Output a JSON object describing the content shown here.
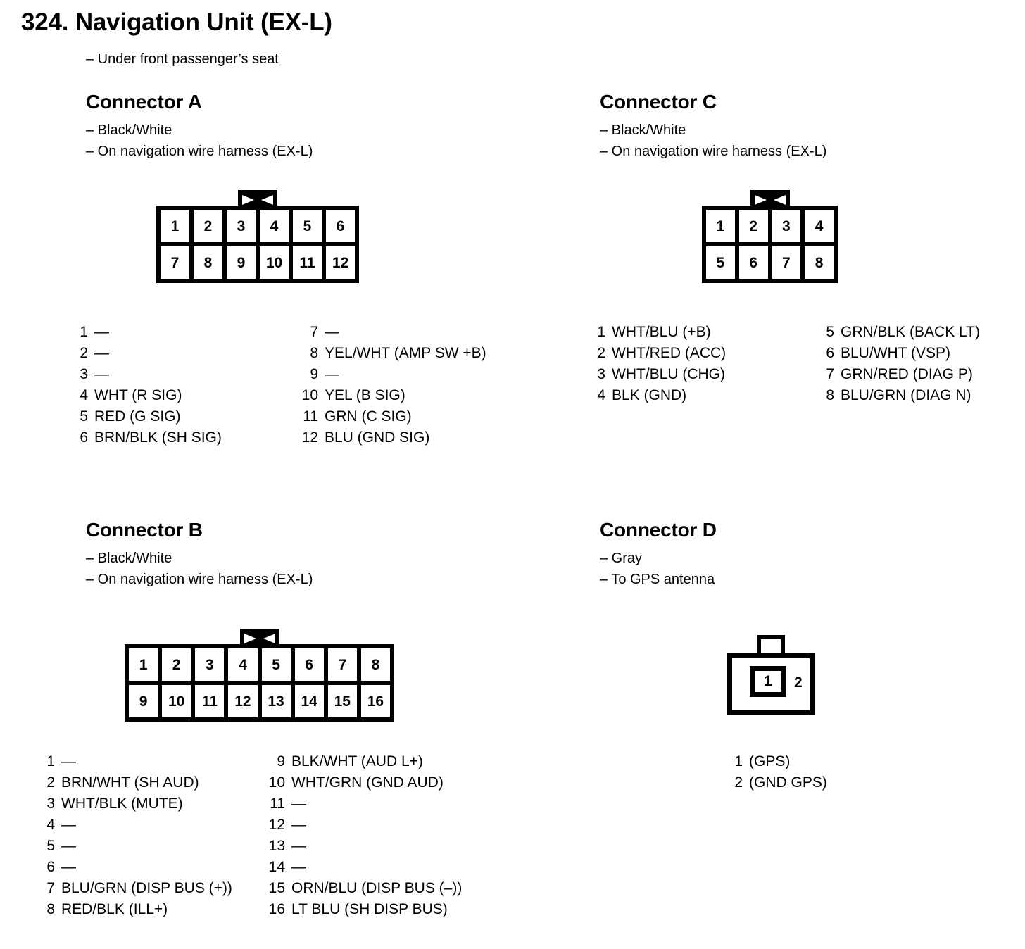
{
  "page": {
    "title": "324. Navigation Unit (EX-L)",
    "location_note": "– Under front passenger’s seat"
  },
  "connectors": [
    {
      "id": "A",
      "heading": "Connector A",
      "notes": [
        "– Black/White",
        "– On navigation wire harness (EX-L)"
      ],
      "diagram": {
        "type": "rect-2row",
        "columns": 6,
        "rows": [
          [
            "1",
            "2",
            "3",
            "4",
            "5",
            "6"
          ],
          [
            "7",
            "8",
            "9",
            "10",
            "11",
            "12"
          ]
        ],
        "tab_icon": "bowtie-latch-icon"
      },
      "pins_left": [
        {
          "num": "1",
          "desc": "—",
          "empty": true
        },
        {
          "num": "2",
          "desc": "—",
          "empty": true
        },
        {
          "num": "3",
          "desc": "—",
          "empty": true
        },
        {
          "num": "4",
          "desc": "WHT (R SIG)",
          "empty": false
        },
        {
          "num": "5",
          "desc": "RED (G SIG)",
          "empty": false
        },
        {
          "num": "6",
          "desc": "BRN/BLK (SH SIG)",
          "empty": false
        }
      ],
      "pins_right": [
        {
          "num": "7",
          "desc": "—",
          "empty": true
        },
        {
          "num": "8",
          "desc": "YEL/WHT (AMP SW +B)",
          "empty": false
        },
        {
          "num": "9",
          "desc": "—",
          "empty": true
        },
        {
          "num": "10",
          "desc": "YEL (B SIG)",
          "empty": false
        },
        {
          "num": "11",
          "desc": "GRN (C SIG)",
          "empty": false
        },
        {
          "num": "12",
          "desc": "BLU (GND SIG)",
          "empty": false
        }
      ]
    },
    {
      "id": "C",
      "heading": "Connector C",
      "notes": [
        "– Black/White",
        "– On navigation wire harness (EX-L)"
      ],
      "diagram": {
        "type": "rect-2row",
        "columns": 4,
        "rows": [
          [
            "1",
            "2",
            "3",
            "4"
          ],
          [
            "5",
            "6",
            "7",
            "8"
          ]
        ],
        "tab_icon": "bowtie-latch-icon"
      },
      "pins_left": [
        {
          "num": "1",
          "desc": "WHT/BLU (+B)",
          "empty": false
        },
        {
          "num": "2",
          "desc": "WHT/RED (ACC)",
          "empty": false
        },
        {
          "num": "3",
          "desc": "WHT/BLU (CHG)",
          "empty": false
        },
        {
          "num": "4",
          "desc": "BLK (GND)",
          "empty": false
        }
      ],
      "pins_right": [
        {
          "num": "5",
          "desc": "GRN/BLK (BACK LT)",
          "empty": false
        },
        {
          "num": "6",
          "desc": "BLU/WHT (VSP)",
          "empty": false
        },
        {
          "num": "7",
          "desc": "GRN/RED (DIAG P)",
          "empty": false
        },
        {
          "num": "8",
          "desc": "BLU/GRN (DIAG N)",
          "empty": false
        }
      ]
    },
    {
      "id": "B",
      "heading": "Connector B",
      "notes": [
        "– Black/White",
        "– On navigation wire harness (EX-L)"
      ],
      "diagram": {
        "type": "rect-2row",
        "columns": 8,
        "rows": [
          [
            "1",
            "2",
            "3",
            "4",
            "5",
            "6",
            "7",
            "8"
          ],
          [
            "9",
            "10",
            "11",
            "12",
            "13",
            "14",
            "15",
            "16"
          ]
        ],
        "tab_icon": "bowtie-latch-icon"
      },
      "pins_left": [
        {
          "num": "1",
          "desc": "—",
          "empty": true
        },
        {
          "num": "2",
          "desc": "BRN/WHT (SH AUD)",
          "empty": false
        },
        {
          "num": "3",
          "desc": "WHT/BLK (MUTE)",
          "empty": false
        },
        {
          "num": "4",
          "desc": "—",
          "empty": true
        },
        {
          "num": "5",
          "desc": "—",
          "empty": true
        },
        {
          "num": "6",
          "desc": "—",
          "empty": true
        },
        {
          "num": "7",
          "desc": "BLU/GRN (DISP BUS (+))",
          "empty": false
        },
        {
          "num": "8",
          "desc": "RED/BLK (ILL+)",
          "empty": false
        }
      ],
      "pins_right": [
        {
          "num": "9",
          "desc": "BLK/WHT (AUD L+)",
          "empty": false
        },
        {
          "num": "10",
          "desc": "WHT/GRN (GND AUD)",
          "empty": false
        },
        {
          "num": "11",
          "desc": "—",
          "empty": true
        },
        {
          "num": "12",
          "desc": "—",
          "empty": true
        },
        {
          "num": "13",
          "desc": "—",
          "empty": true
        },
        {
          "num": "14",
          "desc": "—",
          "empty": true
        },
        {
          "num": "15",
          "desc": "ORN/BLU (DISP BUS (–))",
          "empty": false
        },
        {
          "num": "16",
          "desc": "LT BLU (SH DISP BUS)",
          "empty": false
        }
      ]
    },
    {
      "id": "D",
      "heading": "Connector D",
      "notes": [
        "– Gray",
        "– To GPS antenna"
      ],
      "diagram": {
        "type": "coax",
        "inner_label": "1",
        "outer_label": "2",
        "tab_icon": "coax-latch-icon"
      },
      "pins_left": [
        {
          "num": "1",
          "desc": "(GPS)",
          "empty": false
        },
        {
          "num": "2",
          "desc": "(GND GPS)",
          "empty": false
        }
      ],
      "pins_right": []
    }
  ]
}
